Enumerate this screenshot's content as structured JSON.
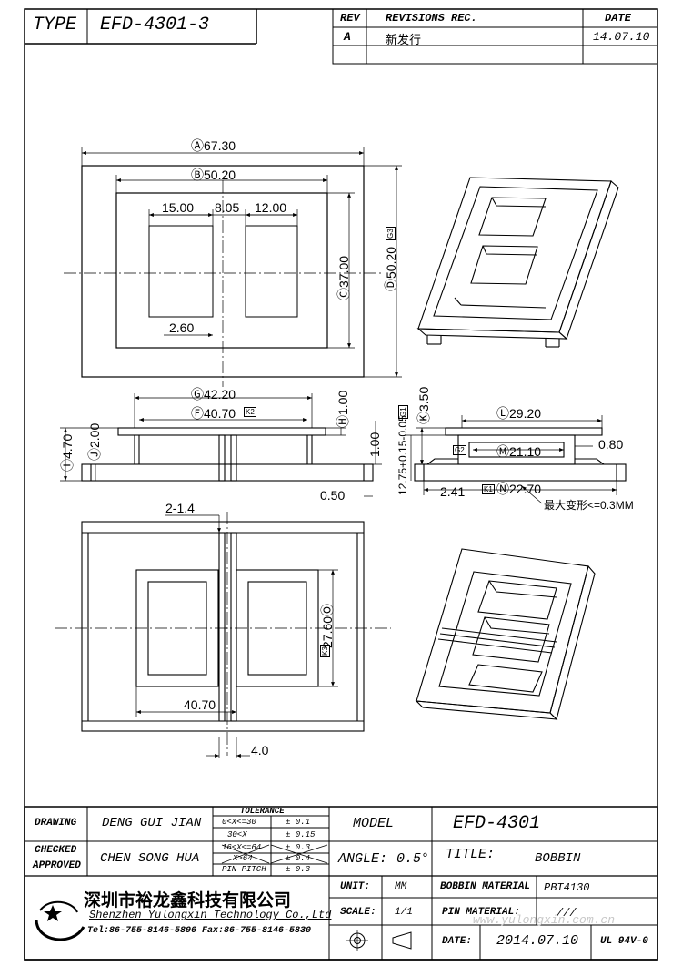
{
  "header": {
    "type_label": "TYPE",
    "type_value": "EFD-4301-3",
    "rev_label": "REV",
    "revisions_label": "REVISIONS REC.",
    "date_label": "DATE",
    "rev_value": "A",
    "revision_note": "新发行",
    "rev_date": "14.07.10"
  },
  "dims": {
    "a": "Ⓐ67.30",
    "b": "Ⓑ50.20",
    "w1": "15.00",
    "w2": "8.05",
    "w3": "12.00",
    "c": "Ⓒ37.00",
    "d": "Ⓓ50.20",
    "d_tag": "G3",
    "e1": "2.60",
    "g": "Ⓖ42.20",
    "f": "Ⓕ40.70",
    "f_tag": "K2",
    "h1": "Ⓗ1.00",
    "one": "1.00",
    "i": "Ⓘ4.70",
    "j": "Ⓙ2.00",
    "half": "0.50",
    "k": "Ⓚ3.50",
    "k_tag": "G1",
    "l": "Ⓛ29.20",
    "m": "Ⓜ21.10",
    "m_tag": "G2",
    "pt8": "0.80",
    "l_tol": "12.75+0.15-0.05",
    "twofour": "2.41",
    "n": "Ⓝ22.70",
    "n_tag": "K1",
    "warp_note": "最大变形<=0.3MM",
    "pins": "2-1.4",
    "o": "27.60Ⓞ",
    "o_tag": "K3",
    "bw": "40.70",
    "four": "4.0"
  },
  "title_block": {
    "drawing_label": "DRAWING",
    "drawing_by": "DENG GUI JIAN",
    "checked_label": "CHECKED",
    "approved_label": "APPROVED",
    "approved_by": "CHEN SONG HUA",
    "tolerance_label": "TOLERANCE",
    "tol_rows": [
      [
        "0<X<=30",
        "± 0.1"
      ],
      [
        "30<X",
        "± 0.15"
      ],
      [
        "16<X<=64",
        "± 0.3"
      ],
      [
        "X>64",
        "± 0.4"
      ],
      [
        "PIN PITCH",
        "± 0.3"
      ]
    ],
    "model_label": "MODEL",
    "model_value": "EFD-4301",
    "angle_label": "ANGLE:",
    "angle_value": "0.5°",
    "title_label": "TITLE:",
    "title_value": "BOBBIN",
    "company_cn": "深圳市裕龙鑫科技有限公司",
    "company_en": "Shenzhen Yulongxin Technology Co.,Ltd",
    "phone": "Tel:86-755-8146-5896  Fax:86-755-8146-5830",
    "unit_label": "UNIT:",
    "unit_value": "MM",
    "scale_label": "SCALE:",
    "scale_value": "1/1",
    "bobbin_mat_label": "BOBBIN MATERIAL",
    "bobbin_mat_value": "PBT4130",
    "pin_mat_label": "PIN MATERIAL:",
    "pin_mat_value": "///",
    "date_label": "DATE:",
    "date_value": "2014.07.10",
    "ul_value": "UL 94V-0",
    "watermark": "www.yulongxin.com.cn"
  }
}
